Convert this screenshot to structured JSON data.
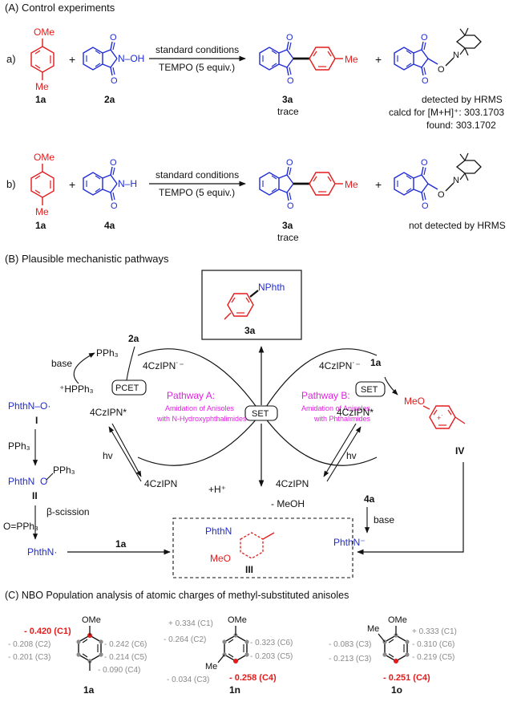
{
  "colors": {
    "black": "#111111",
    "blue": "#1f2bd6",
    "red": "#e41b1b",
    "gray": "#8a8a8a",
    "magenta": "#e020e0"
  },
  "sectionA": {
    "title": "(A) Control experiments",
    "rowA": {
      "label": "a)",
      "reactant1_sub": "OMe",
      "reactant1_sub2": "Me",
      "reactant1": "1a",
      "plus1": "+",
      "reactant2_group": "N–OH",
      "reactant2": "2a",
      "cond_top": "standard conditions",
      "cond_bottom": "TEMPO (5 equiv.)",
      "product1_sub": "Me",
      "product1": "3a",
      "product1_note": "trace",
      "plus2": "+",
      "adduct_n": "N",
      "adduct_o": "O",
      "hrms_1": "detected by HRMS",
      "hrms_2": "calcd for [M+H]⁺: 303.1703",
      "hrms_3": "found: 303.1702"
    },
    "rowB": {
      "label": "b)",
      "reactant1_sub": "OMe",
      "reactant1_sub2": "Me",
      "reactant1": "1a",
      "plus1": "+",
      "reactant2_group": "N–H",
      "reactant2": "4a",
      "cond_top": "standard conditions",
      "cond_bottom": "TEMPO (5 equiv.)",
      "product1_sub": "Me",
      "product1": "3a",
      "product1_note": "trace",
      "plus2": "+",
      "adduct_n": "N",
      "adduct_o": "O",
      "hrms": "not detected by HRMS"
    }
  },
  "sectionB": {
    "title": "(B) Plausible mechanistic pathways",
    "product_nphth": "NPhth",
    "product": "3a",
    "pathwayA_title": "Pathway A:",
    "pathwayA_l1": "Amidation of Anisoles",
    "pathwayA_l2": "with N-Hydroxyphthalimides",
    "pathwayB_title": "Pathway B:",
    "pathwayB_l1": "Amidation of Anisoles",
    "pathwayB_l2": "with Phthalimides",
    "set_center": "SET",
    "set_right": "SET",
    "pcet": "PCET",
    "czA_radical": "4CzIPN˙⁻",
    "czA_excited": "4CzIPN*",
    "czA_ground": "4CzIPN",
    "czB_radical": "4CzIPN˙⁻",
    "czB_excited": "4CzIPN*",
    "czB_ground": "4CzIPN",
    "hv_left": "hv",
    "hv_right": "hv",
    "reagent_2a": "2a",
    "reagent_1a_top": "1a",
    "reagent_4a": "4a",
    "reagent_1a_bottom": "1a",
    "pph3_top": "PPh₃",
    "base_left": "base",
    "hpph3": "⁺HPPh₃",
    "species_I": "PhthN–O·",
    "label_I": "I",
    "pph3_mid": "PPh₃",
    "species_II_a": "PhthN",
    "species_II_b": "O",
    "species_II_c": "PPh₃",
    "label_II": "II",
    "beta": "β-scission",
    "opph3": "O=PPh₃",
    "phthn_rad": "PhthN·",
    "h_plus": "+H⁺",
    "meoh": "- MeOH",
    "radcat_meo": "MeO",
    "radcat_charge": "+˙",
    "label_IV": "IV",
    "base_right": "base",
    "phthn_anion": "PhthN⁻",
    "int_phthn": "PhthN",
    "int_meo": "MeO",
    "label_III": "III"
  },
  "sectionC": {
    "title": "(C) NBO Population analysis of atomic charges of methyl-substituted anisoles",
    "m1": {
      "ome": "OMe",
      "me": "",
      "label": "1a",
      "c1": "- 0.420 (C1)",
      "c2": "- 0.208 (C2)",
      "c3": "- 0.201 (C3)",
      "c6": "- 0.242 (C6)",
      "c5": "- 0.214 (C5)",
      "c4": "- 0.090 (C4)"
    },
    "m2": {
      "ome": "OMe",
      "me": "Me",
      "label": "1n",
      "c1": "+ 0.334 (C1)",
      "c2": "- 0.264 (C2)",
      "c3": "- 0.034 (C3)",
      "c6": "- 0.323 (C6)",
      "c5": "- 0.203 (C5)",
      "c4": "- 0.258 (C4)"
    },
    "m3": {
      "ome": "OMe",
      "me": "Me",
      "label": "1o",
      "c1": "+ 0.333 (C1)",
      "c3a": "- 0.083 (C3)",
      "c3b": "- 0.213 (C3)",
      "c6": "- 0.310 (C6)",
      "c5": "- 0.219 (C5)",
      "c4": "- 0.251 (C4)"
    }
  }
}
